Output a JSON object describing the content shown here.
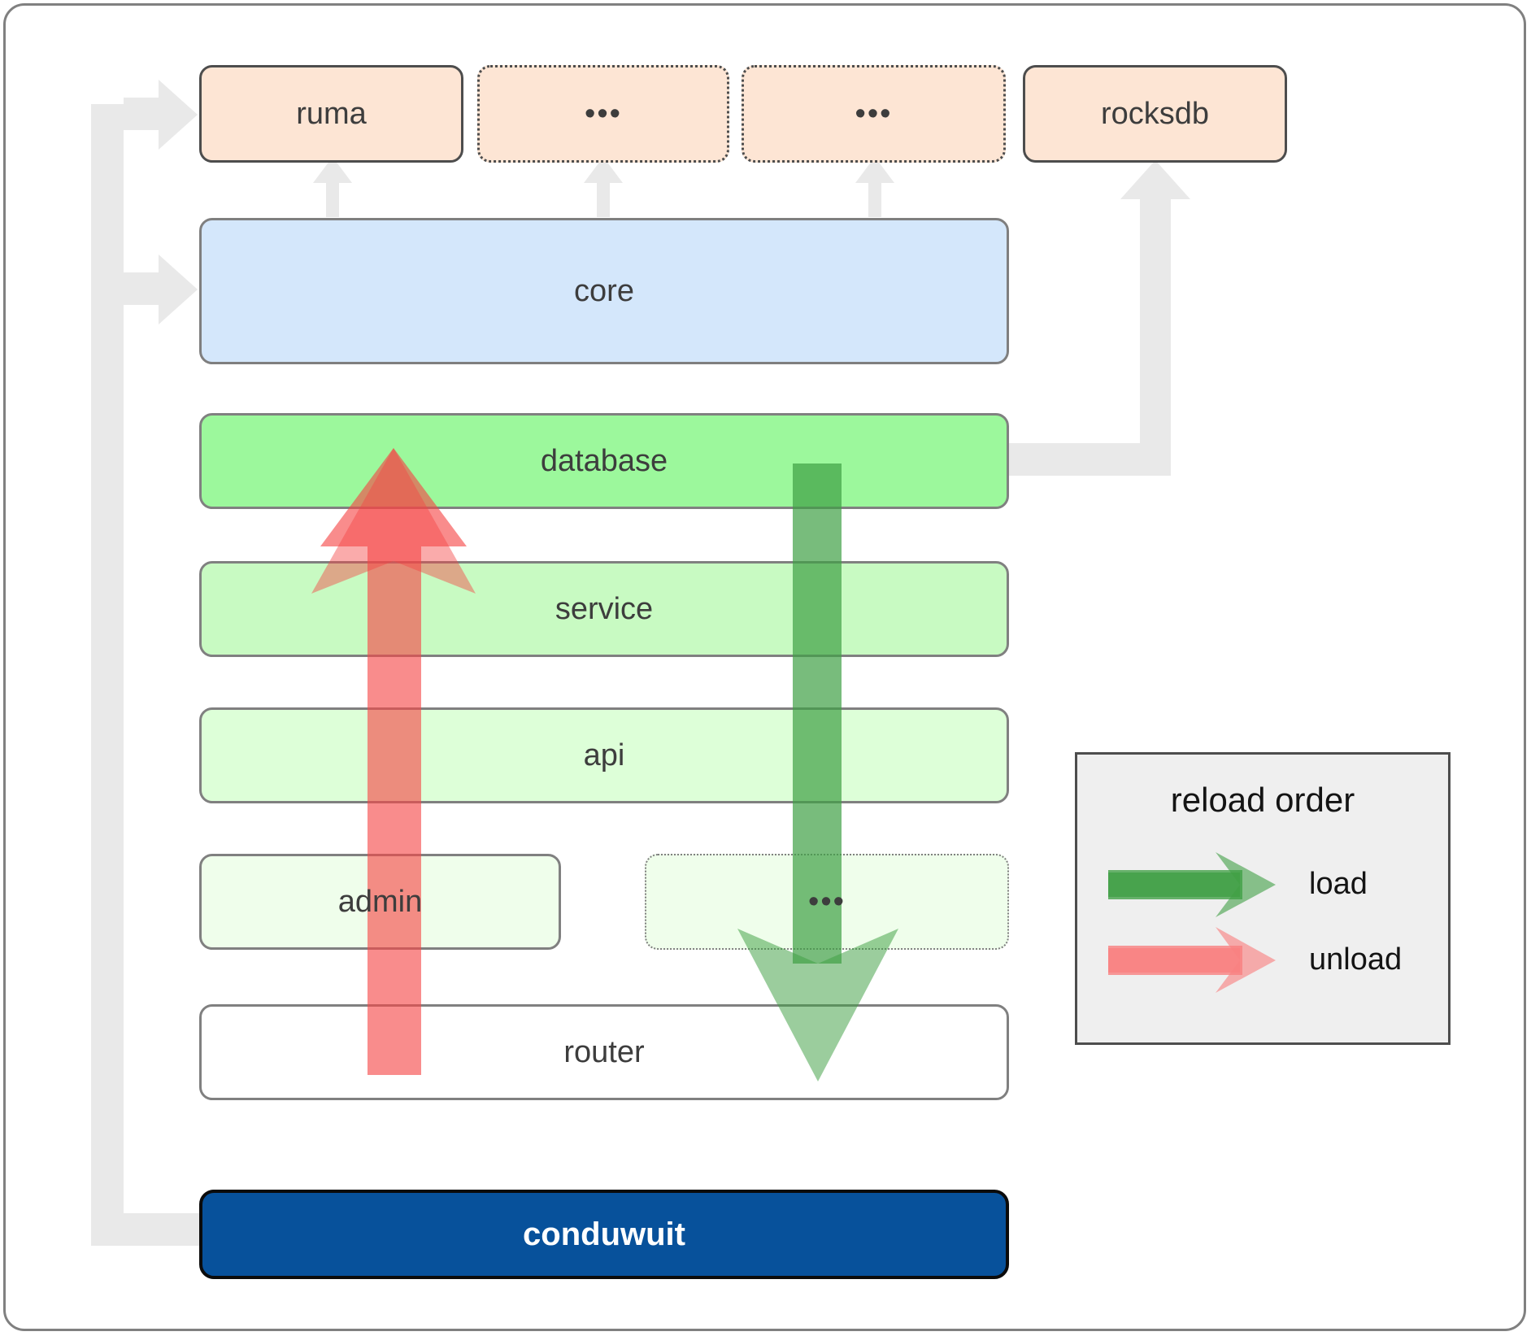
{
  "diagram": {
    "title": "conduwuit module / reload order architecture",
    "dependencies": [
      {
        "name": "ruma",
        "label": "ruma",
        "style": "solid"
      },
      {
        "name": "dep-placeholder-1",
        "label": "•••",
        "style": "dotted"
      },
      {
        "name": "dep-placeholder-2",
        "label": "•••",
        "style": "dotted"
      },
      {
        "name": "rocksdb",
        "label": "rocksdb",
        "style": "solid"
      }
    ],
    "core": {
      "label": "core",
      "color": "#d4e7fb"
    },
    "layers": [
      {
        "name": "database",
        "label": "database",
        "color": "#9cf89c",
        "style": "solid"
      },
      {
        "name": "service",
        "label": "service",
        "color": "#c8fac2",
        "style": "solid"
      },
      {
        "name": "api",
        "label": "api",
        "color": "#ddffd8",
        "style": "solid"
      },
      {
        "name": "admin",
        "label": "admin",
        "color": "#effeeb",
        "style": "solid"
      },
      {
        "name": "layer-placeholder",
        "label": "•••",
        "color": "#effeeb",
        "style": "dotted"
      },
      {
        "name": "router",
        "label": "router",
        "color": "#ffffff",
        "style": "solid"
      }
    ],
    "app": {
      "label": "conduwuit",
      "color": "#07519b",
      "text_color": "#ffffff"
    },
    "legend": {
      "title": "reload order",
      "items": [
        {
          "name": "load",
          "label": "load",
          "color": "#4caf50"
        },
        {
          "name": "unload",
          "label": "unload",
          "color": "#f98080"
        }
      ]
    },
    "flows": [
      {
        "name": "load-flow",
        "label": "load",
        "direction": "down",
        "color": "#4caf50",
        "from": "database",
        "to": "router"
      },
      {
        "name": "unload-flow",
        "label": "unload",
        "direction": "up",
        "color": "#f98080",
        "from": "router",
        "to": "database"
      }
    ],
    "colors": {
      "dependency_fill": "#fde5d4",
      "dependency_border": "#4d4d4d",
      "core_fill": "#d4e7fb",
      "layer_border": "#808080",
      "connector": "#e8e8e8",
      "app_fill": "#07519b",
      "legend_fill": "#efefef"
    }
  }
}
